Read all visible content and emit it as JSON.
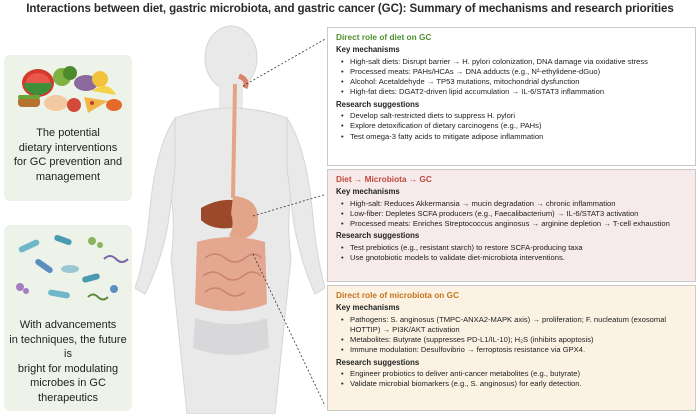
{
  "title": "Interactions between diet, gastric microbiota, and gastric cancer (GC): Summary of mechanisms and research priorities",
  "left_top": {
    "lines": [
      "The potential",
      "dietary interventions",
      "for GC prevention and",
      "management"
    ]
  },
  "left_bottom": {
    "lines": [
      "With advancements",
      "in techniques, the future is",
      "bright for modulating",
      "microbes in GC",
      "therapeutics"
    ]
  },
  "panels": [
    {
      "heading": "Direct role of diet on GC",
      "color": "#4f8f2f",
      "mech_label": "Key mechanisms",
      "mechanisms": [
        "High-salt diets: Disrupt barrier → H. pylori colonization, DNA damage via oxidative stress",
        "Processed meats: PAHs/HCAs → DNA adducts (e.g., N²-ethylidene-dGuo)",
        "Alcohol: Acetaldehyde → TP53 mutations, mitochondrial dysfunction",
        "High-fat diets: DGAT2-driven lipid accumulation → IL-6/STAT3 inflammation"
      ],
      "sugg_label": "Research suggestions",
      "suggestions": [
        "Develop salt-restricted diets to suppress H. pylori",
        "Explore detoxification of dietary carcinogens (e.g., PAHs)",
        "Test omega-3 fatty acids to mitigate adipose inflammation"
      ]
    },
    {
      "heading": "Diet → Microbiota → GC",
      "color": "#c14a3f",
      "mech_label": "Key mechanisms",
      "mechanisms": [
        "High-salt: Reduces Akkermansia → mucin degradation → chronic inflammation",
        "Low-fiber: Depletes SCFA producers (e.g., Faecalibacterium) → IL-6/STAT3 activation",
        "Processed meats: Enriches Streptococcus anginosus → arginine depletion → T-cell exhaustion"
      ],
      "sugg_label": "Research suggestions",
      "suggestions": [
        "Test prebiotics (e.g., resistant starch) to restore SCFA-producing taxa",
        "Use gnotobiotic models to validate diet-microbiota interventions."
      ]
    },
    {
      "heading": "Direct role of microbiota on GC",
      "color": "#c7731d",
      "mech_label": "Key mechanisms",
      "mechanisms": [
        "Pathogens: S. anginosus (TMPC-ANXA2-MAPK axis) → proliferation; F. nucleatum (exosomal HOTTIP) → PI3K/AKT activation",
        "Metabolites: Butyrate (suppresses PD-L1/IL-10); H₂S (inhibits apoptosis)",
        "Immune modulation: Desulfovibrio → ferroptosis resistance via GPX4."
      ],
      "sugg_label": "Research suggestions",
      "suggestions": [
        "Engineer probiotics to deliver anti-cancer metabolites (e.g., butyrate)",
        "Validate microbial biomarkers (e.g., S. anginosus) for early detection."
      ]
    }
  ],
  "colors": {
    "left_box": "#eef3ea",
    "panel2_bg": "#f7eaea",
    "panel3_bg": "#fbf2e4",
    "body": "#e9e9ea",
    "stomach": "#e3a588",
    "liver": "#9a4a2b",
    "intestine": "#e4a78f"
  },
  "icons": [
    "food-illustration",
    "microbes-illustration",
    "human-body-illustration"
  ]
}
